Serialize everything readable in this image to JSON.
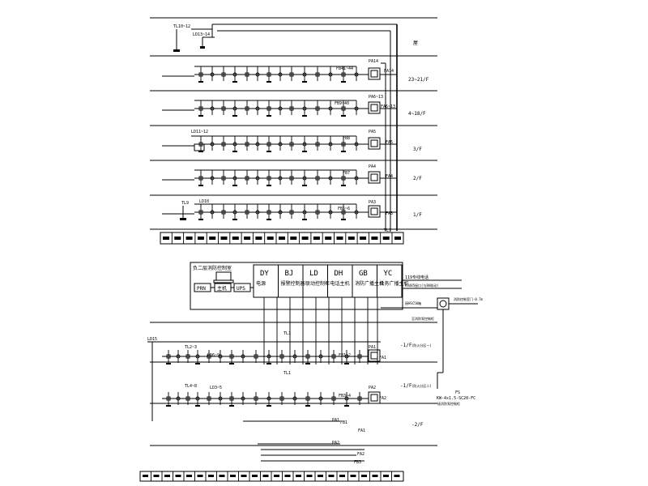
{
  "floors": [
    {
      "id": "roof",
      "label": "屋",
      "vline": "TL10~12",
      "vline2": "LD13~14",
      "fa": "",
      "fb": "",
      "fa_right": ""
    },
    {
      "id": "f23",
      "label": "23~21/F",
      "fa": "PA14",
      "fb": "FB41~44",
      "fa_right": "FA14"
    },
    {
      "id": "f4",
      "label": "4~18/F",
      "fa": "PA6~13",
      "fb": "FB9~40",
      "fa_right": "FA6~13"
    },
    {
      "id": "f3",
      "label": "3/F",
      "fa": "PA5",
      "fb": "FB8",
      "fa_right": "FA5",
      "ld": "LD11~12"
    },
    {
      "id": "f2",
      "label": "2/F",
      "fa": "PA4",
      "fb": "FB7",
      "fa_right": "FA4"
    },
    {
      "id": "f1",
      "label": "1/F",
      "fa": "PA3",
      "fb": "FB5~6",
      "fa_right": "FA3",
      "tl": "TL9",
      "ld": "LD10"
    }
  ],
  "basement": [
    {
      "id": "b1",
      "label": "-1/F",
      "sub": "(防火分区一)",
      "fa": "PA1",
      "fb": "FB1~2",
      "fa_right": "FA1",
      "tl": "TL2~3",
      "ld": "LD6~9"
    },
    {
      "id": "b1b",
      "label": "-1/F",
      "sub": "(防火分区二)",
      "fa": "PA2",
      "fb": "FB3~4",
      "fa_right": "FA2",
      "tl": "TL4~8",
      "ld": "LD3~5"
    },
    {
      "id": "b2",
      "label": "-2/F"
    }
  ],
  "control": {
    "room_title": "负二层消防控制室",
    "prn": "PRN",
    "host": "主机",
    "ups": "UPS",
    "cabinets": [
      {
        "code": "DY",
        "name": "电源"
      },
      {
        "code": "BJ",
        "name": "报警控制器"
      },
      {
        "code": "LD",
        "name": "联动控制柜"
      },
      {
        "code": "DH",
        "name": "电话主机"
      },
      {
        "code": "GB",
        "name": "消防广播主机"
      },
      {
        "code": "YC",
        "name": "业务广播主机"
      }
    ],
    "ext1": "119专线电话",
    "ext2": "RS485接口(与BA联动)",
    "ld15": "LD15",
    "tl1": "TL1"
  },
  "right_notes": {
    "cable_a": "接HSC50箱",
    "cable_b": "消防控制室门-0.7m",
    "ld_line": "至消防泵控制柜",
    "cable_fs": "FS",
    "cable_kw": "KW-4x1.5-SC20-FC",
    "cable_note": "接消防泵控制柜"
  },
  "bottom_lines": {
    "pa1": "PA1",
    "fb1": "FB1",
    "pa2": "PA2",
    "fa1": "FA1",
    "fa2": "FA2",
    "fb3": "FB3"
  }
}
